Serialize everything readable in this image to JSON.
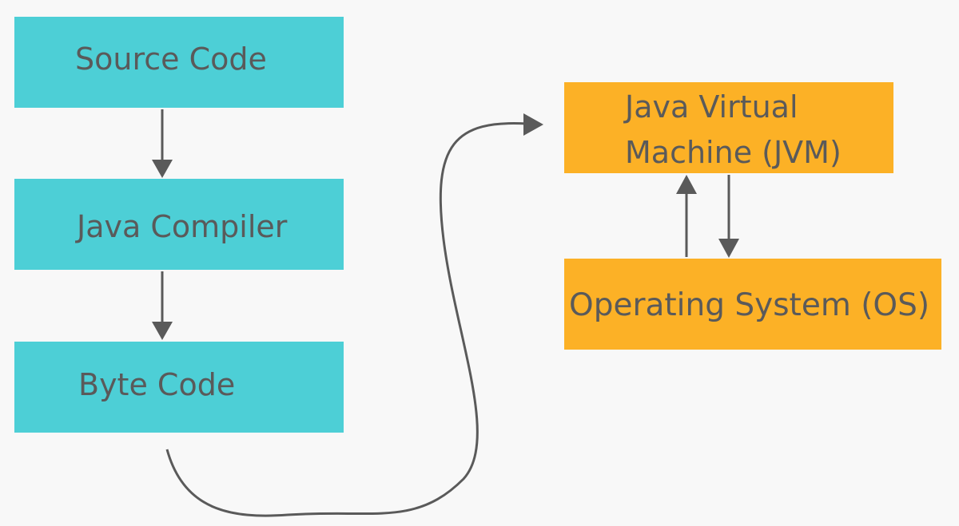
{
  "diagram": {
    "nodes": {
      "source_code": "Source Code",
      "java_compiler": "Java Compiler",
      "byte_code": "Byte Code",
      "jvm": "Java Virtual Machine (JVM)",
      "os": "Operating System (OS)"
    },
    "colors": {
      "left_boxes": "#4dcfd6",
      "right_boxes": "#fcb126",
      "text": "#5a5a5a",
      "arrows": "#5a5a5a"
    }
  }
}
